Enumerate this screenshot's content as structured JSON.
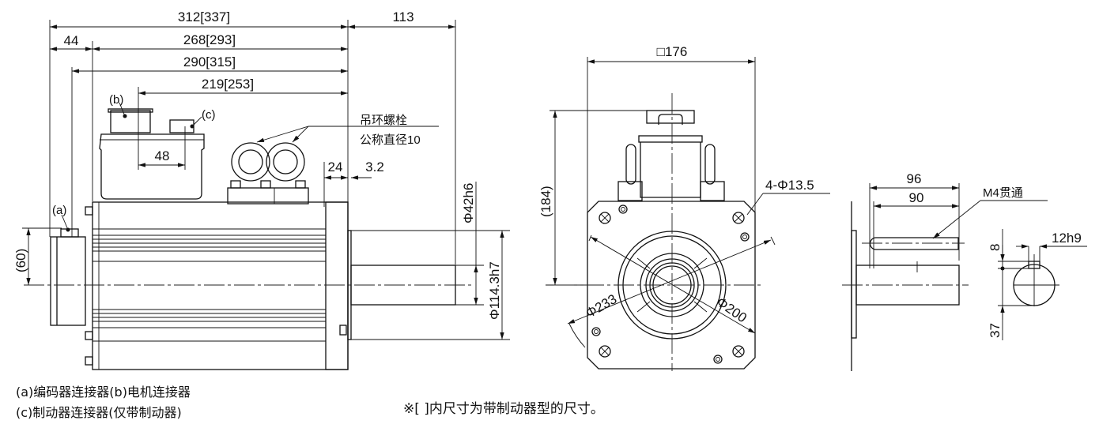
{
  "side_view": {
    "dims": {
      "overall_length": "312[337]",
      "shaft_length": "113",
      "encoder_offset": "44",
      "body_length": "268[293]",
      "length_290": "290[315]",
      "length_219": "219[253]",
      "connector_spacing": "48",
      "flange_thickness": "24",
      "spigot_depth": "3.2",
      "shaft_diameter": "Φ42h6",
      "spigot_diameter": "Φ114.3h7",
      "encoder_height": "(60)"
    },
    "labels": {
      "a": "(a)",
      "b": "(b)",
      "c": "(c)",
      "eyebolt_line1": "吊环螺栓",
      "eyebolt_line2": "公称直径10"
    }
  },
  "front_view": {
    "dims": {
      "flange_square": "□176",
      "height": "(184)",
      "mounting_holes": "4-Φ13.5",
      "pcd": "Φ200",
      "diagonal": "Φ233"
    }
  },
  "shaft_detail": {
    "dims": {
      "length_96": "96",
      "key_length": "90",
      "tap": "M4贯通",
      "key_width": "12h9",
      "key_depth": "8",
      "key_height": "37"
    }
  },
  "notes": {
    "legend_line1": "(a)编码器连接器(b)电机连接器",
    "legend_line2": "(c)制动器连接器(仅带制动器)",
    "bracket_note": "※[  ]内尺寸为带制动器型的尺寸。"
  }
}
